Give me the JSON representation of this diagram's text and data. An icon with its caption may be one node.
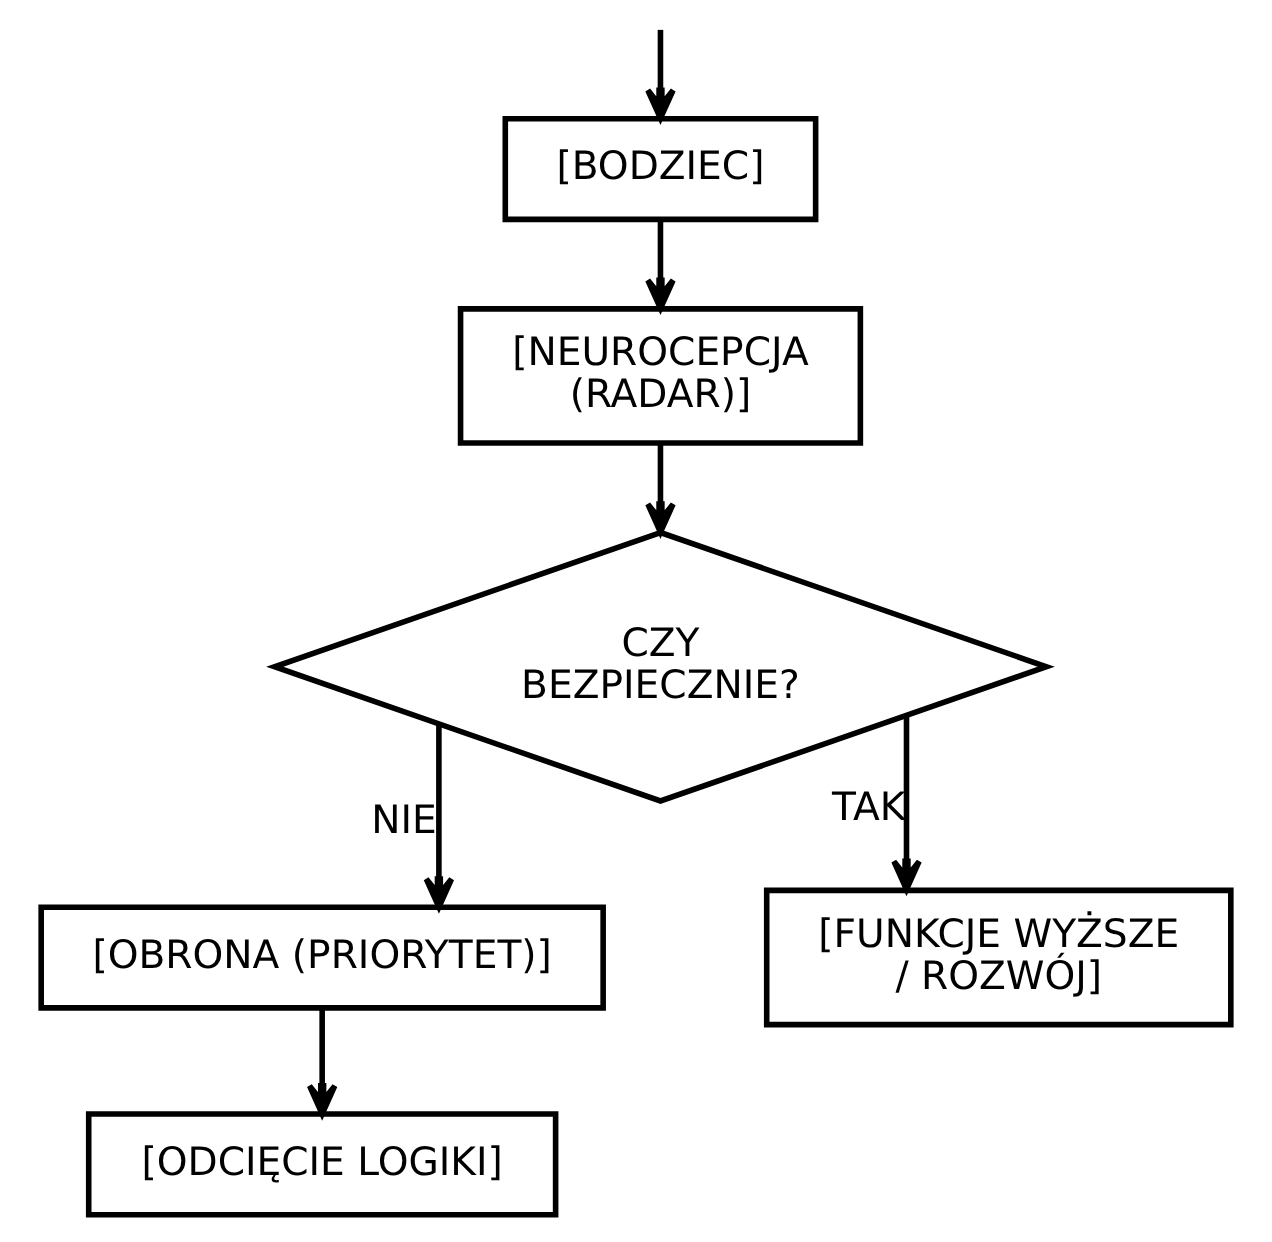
{
  "diagram": {
    "nodes": [
      {
        "text": [
          "[BODZIEC]"
        ]
      },
      {
        "text": [
          "[NEUROCEPCJA (RADAR)]"
        ]
      },
      {
        "text": [
          "CZY BEZPIECZNIE?"
        ]
      },
      {
        "text": [
          "[OBRONA (PRIORYTET)]"
        ]
      },
      {
        "text": [
          "[FUNKCJE WYŻSZE / ROZWÓJ]"
        ]
      },
      {
        "text": [
          "[ODCIĘCIE LOGIKI]"
        ]
      }
    ],
    "edges": [
      {
        "from": null,
        "to": 0,
        "arrow": "to"
      },
      {
        "from": 0,
        "to": 1,
        "arrow": "to"
      },
      {
        "from": 1,
        "to": 2,
        "arrow": "to"
      },
      {
        "from": 2,
        "to": 3,
        "arrow": "to",
        "label": "NIE"
      },
      {
        "from": 2,
        "to": 4,
        "arrow": "to",
        "label": "TAK"
      },
      {
        "from": 3,
        "to": 5,
        "arrow": "to"
      }
    ]
  }
}
